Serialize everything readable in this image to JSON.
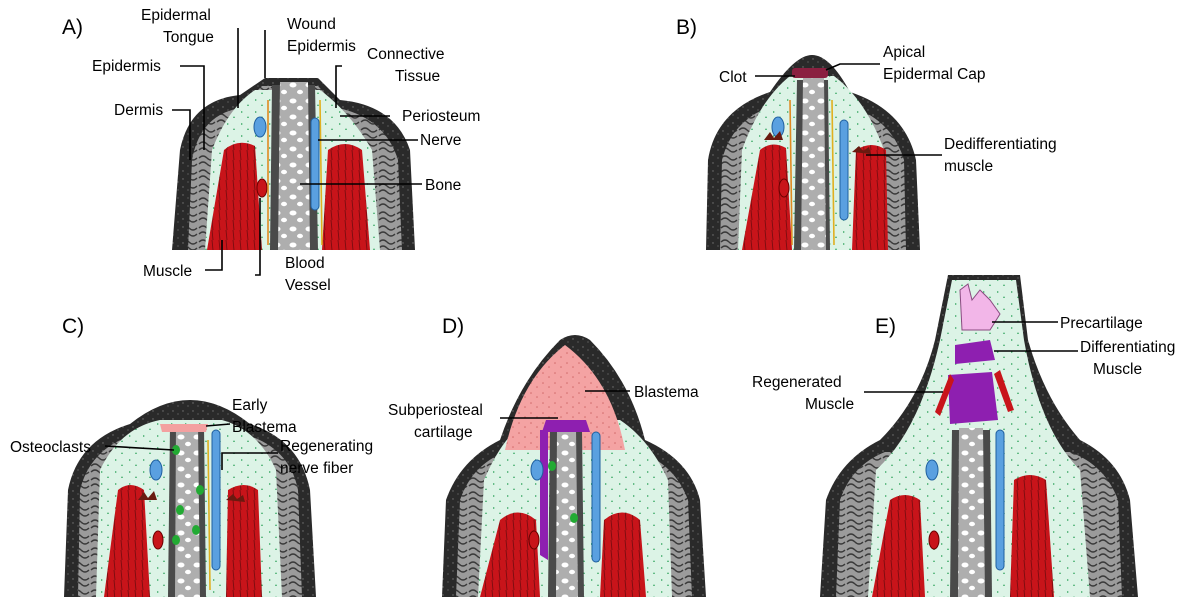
{
  "panels": [
    {
      "id": "A",
      "label": "A)"
    },
    {
      "id": "B",
      "label": "B)"
    },
    {
      "id": "C",
      "label": "C)"
    },
    {
      "id": "D",
      "label": "D)"
    },
    {
      "id": "E",
      "label": "E)"
    }
  ],
  "labels": {
    "a_epidermal_tongue": [
      "Epidermal",
      "Tongue"
    ],
    "a_wound_epidermis": [
      "Wound",
      "Epidermis"
    ],
    "a_connective_tissue": [
      "Connective",
      "Tissue"
    ],
    "a_epidermis": "Epidermis",
    "a_dermis": "Dermis",
    "a_periosteum": "Periosteum",
    "a_nerve": "Nerve",
    "a_bone": "Bone",
    "a_muscle": "Muscle",
    "a_blood_vessel": [
      "Blood",
      "Vessel"
    ],
    "b_clot": "Clot",
    "b_apical_cap": [
      "Apical",
      "Epidermal Cap"
    ],
    "b_dediff_muscle": [
      "Dedifferentiating",
      "muscle"
    ],
    "c_osteoclasts": "Osteoclasts",
    "c_early_blastema": [
      "Early",
      "Blastema"
    ],
    "c_regen_nerve": [
      "Regenerating",
      "nerve fiber"
    ],
    "d_blastema": "Blastema",
    "d_subperiosteal": [
      "Subperiosteal",
      "cartilage"
    ],
    "e_precartilage": "Precartilage",
    "e_diff_muscle": [
      "Differentiating",
      "Muscle"
    ],
    "e_regen_muscle": [
      "Regenerated",
      "Muscle"
    ]
  },
  "colors": {
    "outer_epidermis": "#2a2a2a",
    "dermis": "#9a9a9a",
    "connective_tissue": "#dcf3e6",
    "muscle": "#c8141a",
    "bone": "#b0b0b0",
    "nerve": "#5aa0e0",
    "blastema": "#f2a0a0",
    "cartilage": "#8e1fb0",
    "precartilage": "#f2b6e8",
    "clot": "#8a2040",
    "osteoclast": "#22aa33"
  }
}
